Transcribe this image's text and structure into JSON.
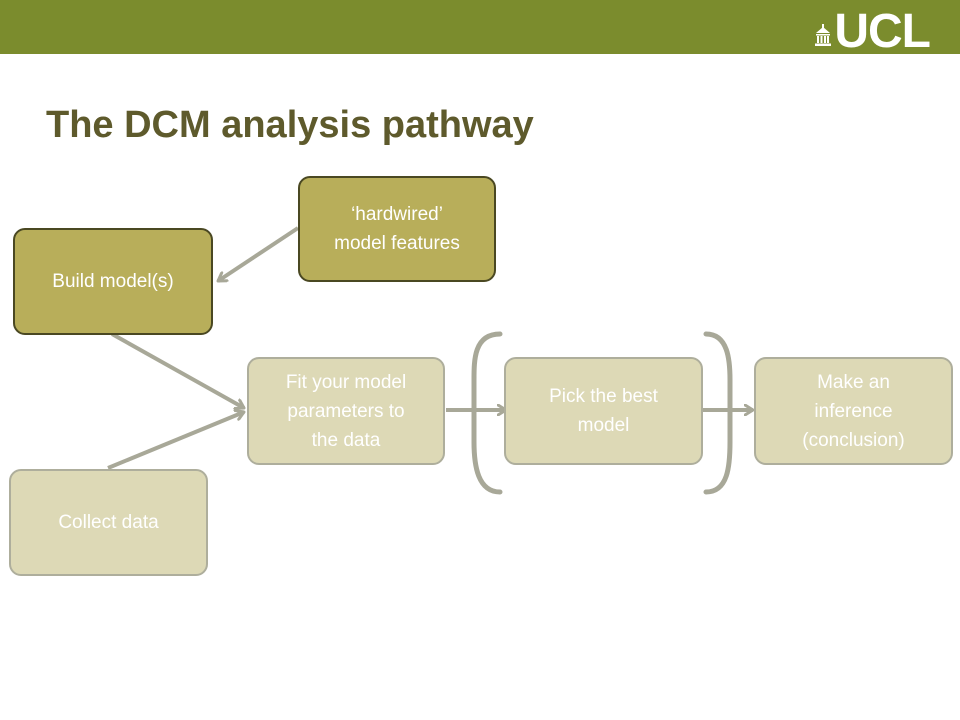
{
  "header": {
    "logo_text": "UCL",
    "bar_color": "#7b8c2d"
  },
  "title": "The DCM analysis pathway",
  "colors": {
    "title": "#5e5a2c",
    "node_dark_fill": "#b8ae5a",
    "node_dark_border": "#4a4822",
    "node_light_fill": "#ddd9b6",
    "node_light_border": "#aeae9c",
    "connector": "#a8a898"
  },
  "nodes": {
    "hardwired": [
      "‘hardwired’",
      "model features"
    ],
    "build_model": [
      "Build model(s)"
    ],
    "fit_model": [
      "Fit your model",
      "parameters to",
      "the data"
    ],
    "pick_best": [
      "Pick the best",
      "model"
    ],
    "make_inference": [
      "Make an",
      "inference",
      "(conclusion)"
    ],
    "collect_data": [
      "Collect data"
    ]
  }
}
